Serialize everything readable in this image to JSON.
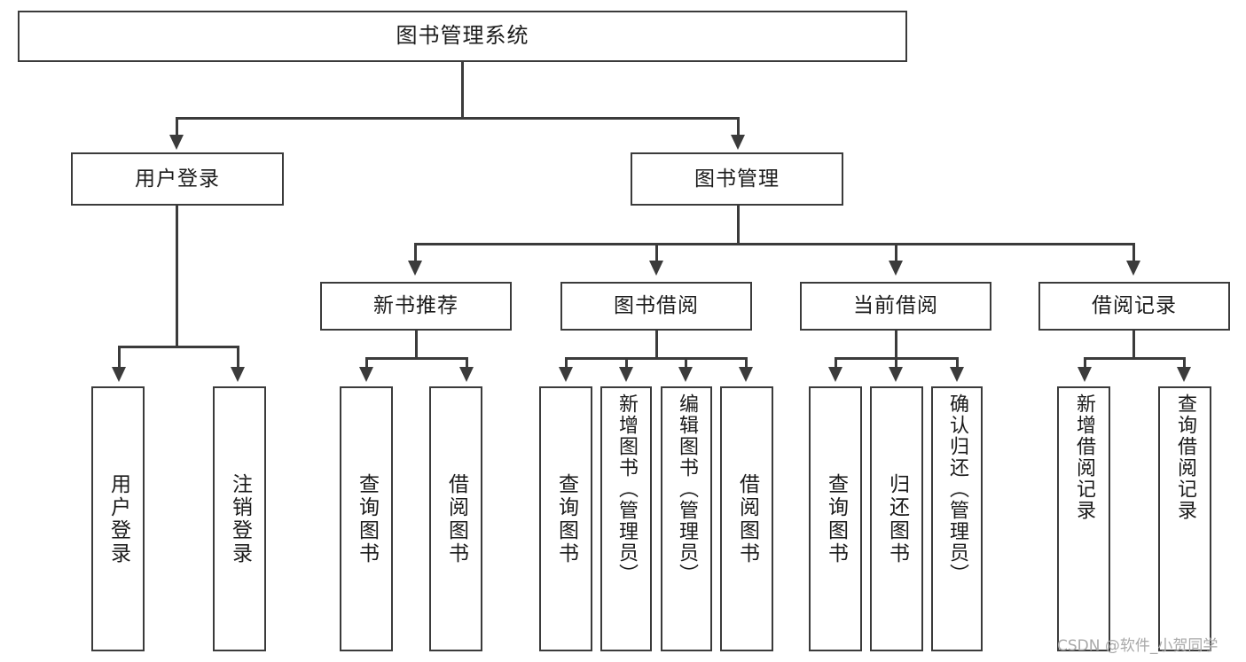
{
  "diagram": {
    "type": "tree",
    "title": "图书管理系统",
    "root": {
      "id": "root",
      "label": "图书管理系统"
    },
    "level2": [
      {
        "id": "user-login",
        "label": "用户登录"
      },
      {
        "id": "book-manage",
        "label": "图书管理"
      }
    ],
    "level3": [
      {
        "id": "new-book-rec",
        "label": "新书推荐"
      },
      {
        "id": "book-borrow",
        "label": "图书借阅"
      },
      {
        "id": "current-borrow",
        "label": "当前借阅"
      },
      {
        "id": "borrow-record",
        "label": "借阅记录"
      }
    ],
    "leaves": {
      "user_login": [
        {
          "id": "leaf-user-login",
          "label": "用户登录"
        },
        {
          "id": "leaf-user-logout",
          "label": "注销登录"
        }
      ],
      "new_book_rec": [
        {
          "id": "leaf-query-book-1",
          "label": "查询图书"
        },
        {
          "id": "leaf-borrow-book-1",
          "label": "借阅图书"
        }
      ],
      "book_borrow": [
        {
          "id": "leaf-query-book-2",
          "label": "查询图书"
        },
        {
          "id": "leaf-add-book",
          "label": "新增图书（管理员）"
        },
        {
          "id": "leaf-edit-book",
          "label": "编辑图书（管理员）"
        },
        {
          "id": "leaf-borrow-book-2",
          "label": "借阅图书"
        }
      ],
      "current_borrow": [
        {
          "id": "leaf-query-book-3",
          "label": "查询图书"
        },
        {
          "id": "leaf-return-book",
          "label": "归还图书"
        },
        {
          "id": "leaf-confirm-return",
          "label": "确认归还（管理员）"
        }
      ],
      "borrow_record": [
        {
          "id": "leaf-add-record",
          "label": "新增借阅记录"
        },
        {
          "id": "leaf-query-record",
          "label": "查询借阅记录"
        }
      ]
    }
  },
  "watermark": {
    "text": "CSDN @软件_小贺同学"
  },
  "colors": {
    "stroke": "#3b3b3b",
    "text": "#1b1b1b",
    "background": "#ffffff",
    "watermark": "#a9a9a9"
  }
}
